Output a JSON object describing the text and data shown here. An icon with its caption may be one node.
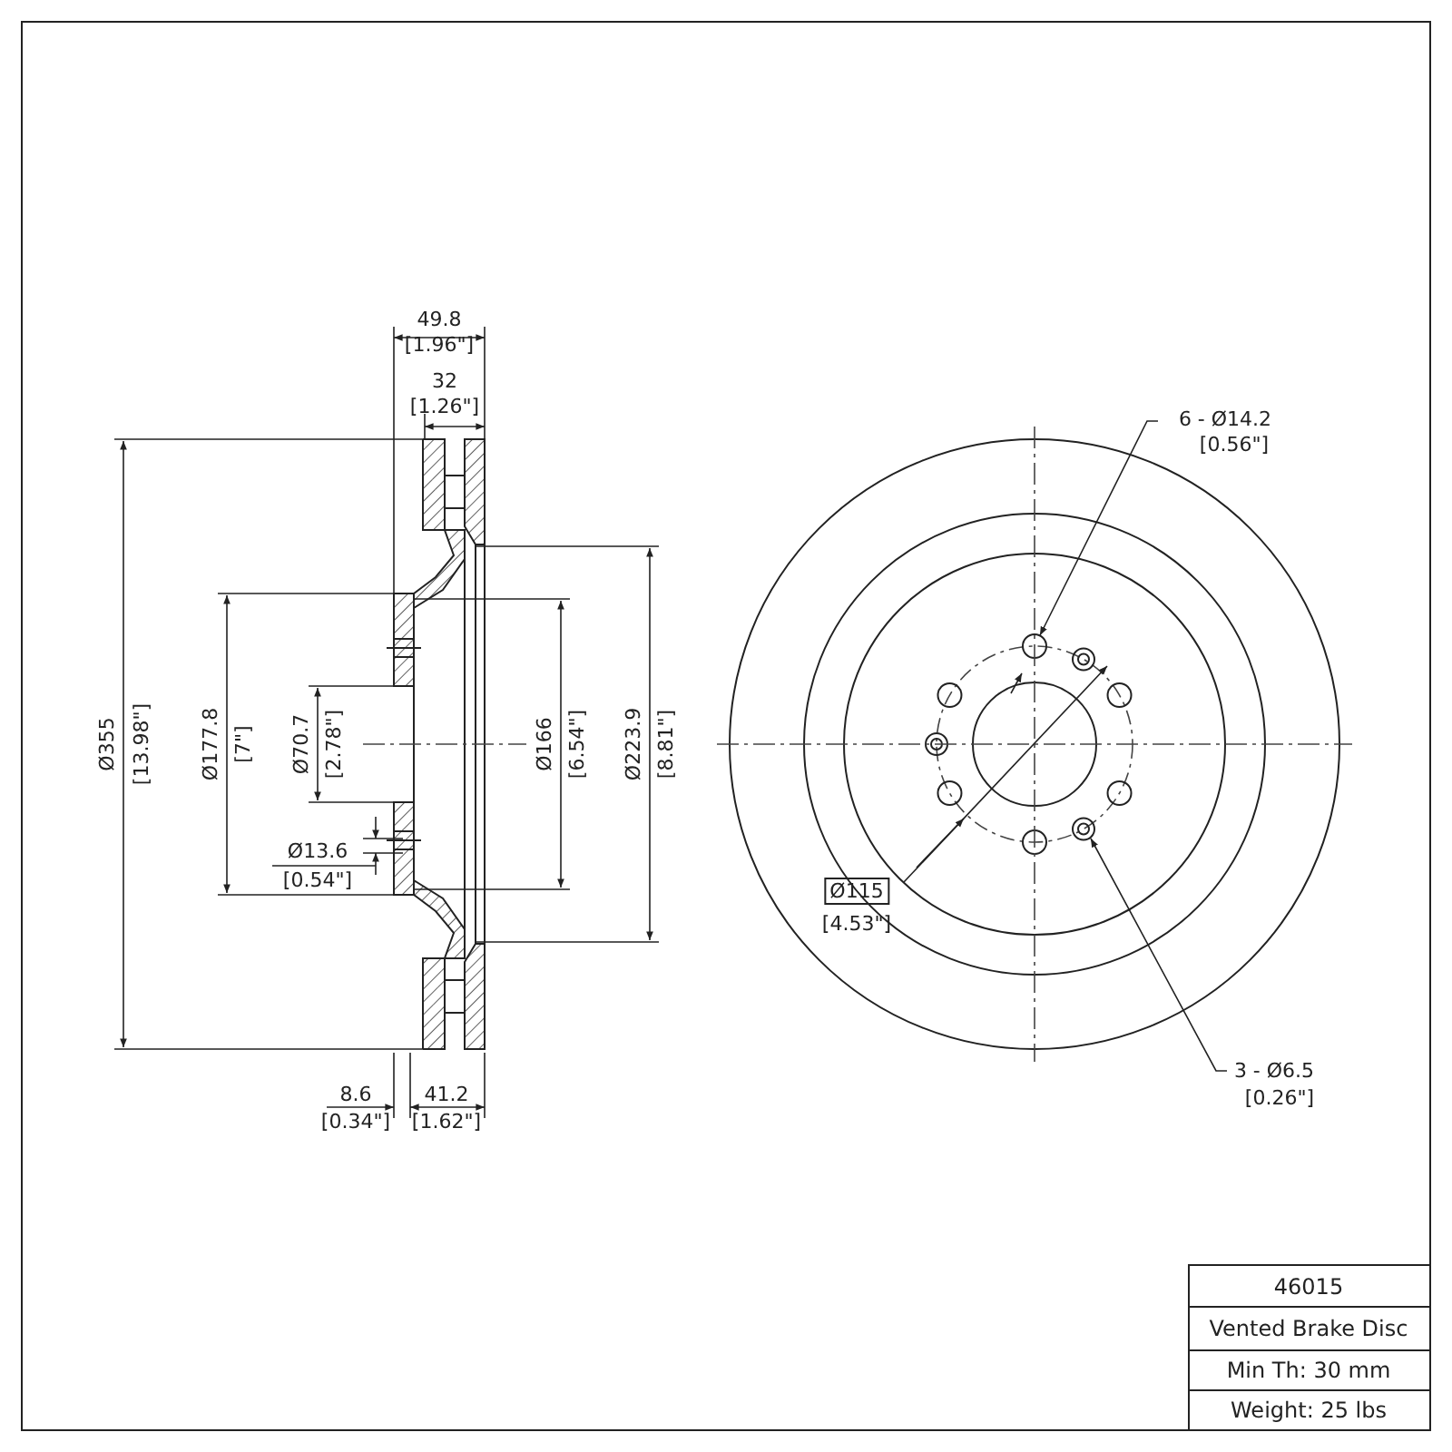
{
  "diagram": {
    "labels": [
      "49.8",
      "[1.96\"]",
      "32",
      "[1.26\"]",
      "6 - Ø14.2",
      "[0.56\"]",
      "Ø355",
      "[13.98\"]",
      "Ø177.8",
      "[7\"]",
      "Ø70.7",
      "[2.78\"]",
      "Ø166",
      "[6.54\"]",
      "Ø223.9",
      "[8.81\"]",
      "Ø13.6",
      "[0.54\"]",
      "Ø115",
      "[4.53\"]",
      "8.6",
      "41.2",
      "3 - Ø6.5",
      "[0.34\"]",
      "[1.62\"]",
      "[0.26\"]",
      "46015",
      "Vented Brake Disc",
      "Min Th: 30 mm",
      "Weight: 25 lbs"
    ]
  }
}
